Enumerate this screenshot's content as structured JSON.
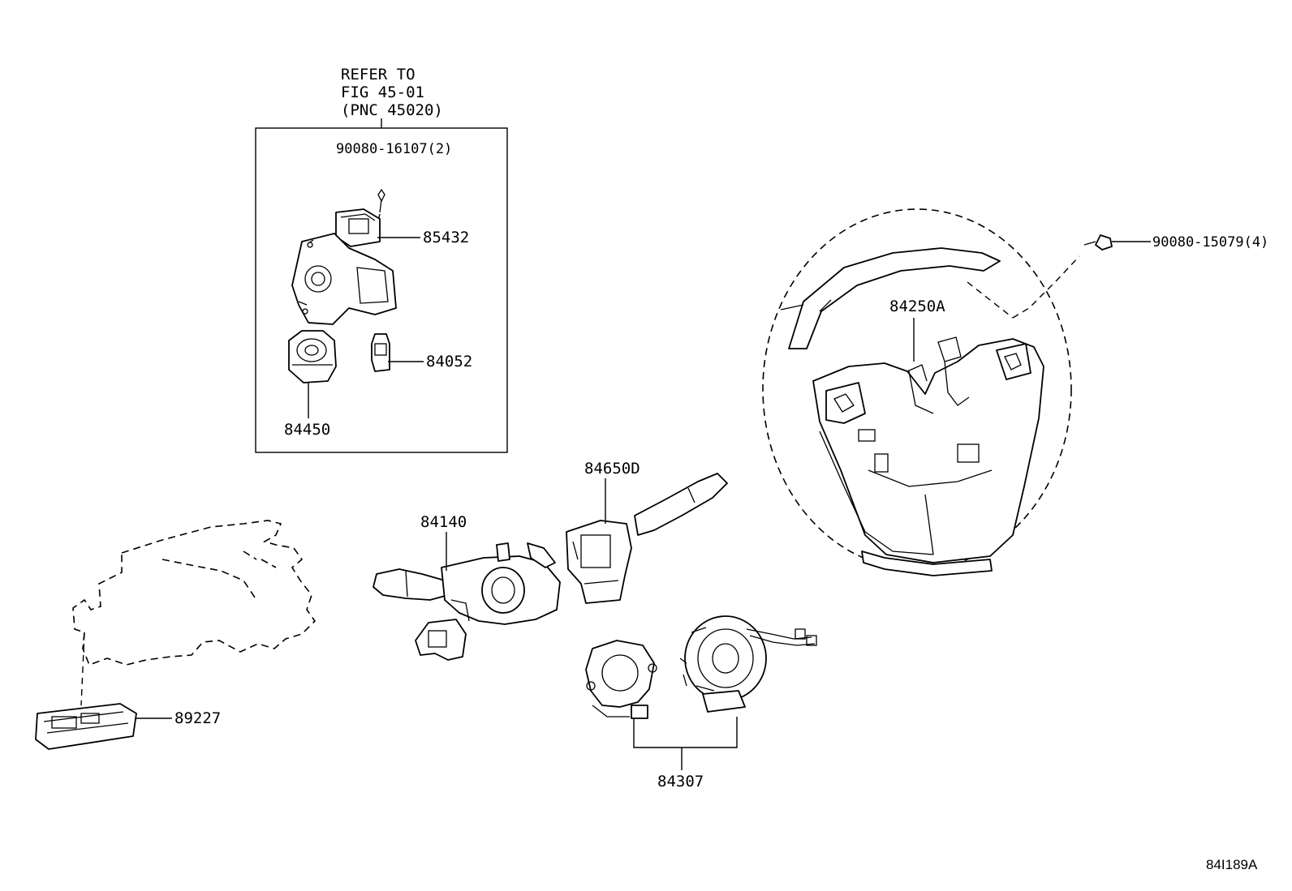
{
  "refer_note": {
    "line1": "REFER TO",
    "line2": "FIG 45-01",
    "line3": "(PNC 45020)"
  },
  "callouts": {
    "screw_top": "90080-16107(2)",
    "p85432": "85432",
    "p84052": "84052",
    "p84450": "84450",
    "p84650d": "84650D",
    "p84140": "84140",
    "p89227": "89227",
    "p84307": "84307",
    "p84250a": "84250A",
    "screw_wheel": "90080-15079(4)"
  },
  "figure_code": "84I189A"
}
